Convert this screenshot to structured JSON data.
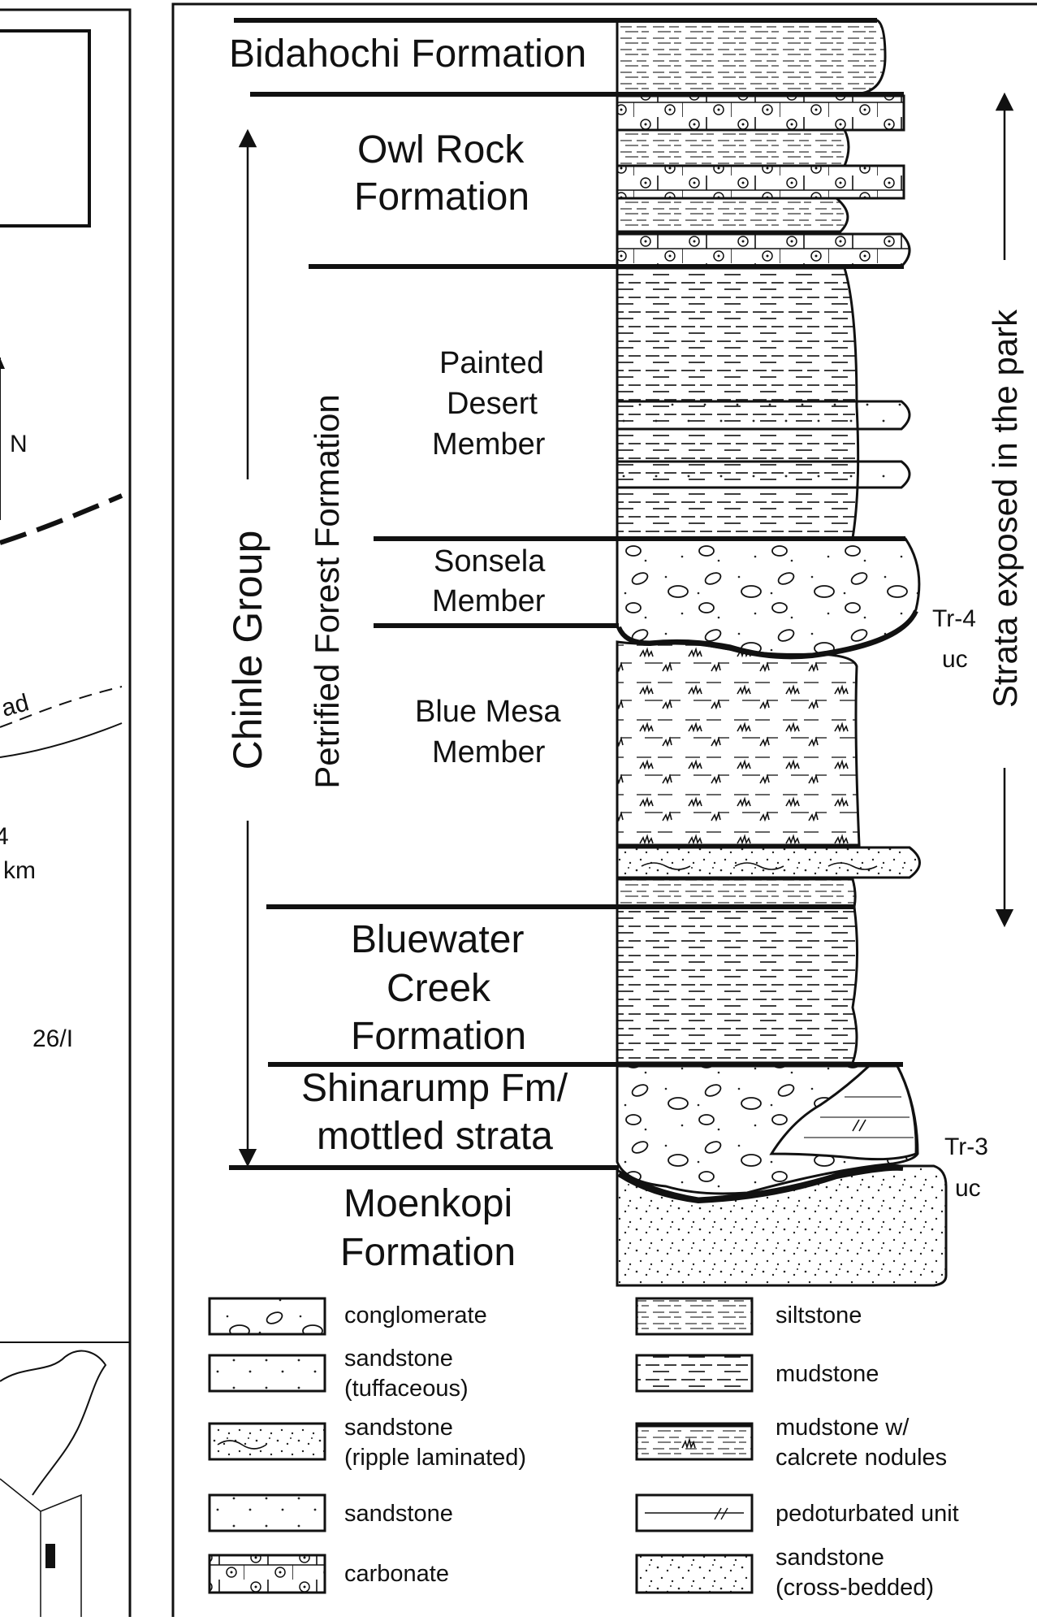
{
  "formations": {
    "bidahochi": "Bidahochi Formation",
    "owl_rock_1": "Owl Rock",
    "owl_rock_2": "Formation",
    "painted_1": "Painted",
    "painted_2": "Desert",
    "painted_3": "Member",
    "sonsela_1": "Sonsela",
    "sonsela_2": "Member",
    "blue_mesa_1": "Blue Mesa",
    "blue_mesa_2": "Member",
    "bluewater_1": "Bluewater",
    "bluewater_2": "Creek",
    "bluewater_3": "Formation",
    "shinarump_1": "Shinarump Fm/",
    "shinarump_2": "mottled strata",
    "moenkopi_1": "Moenkopi",
    "moenkopi_2": "Formation"
  },
  "groups": {
    "chinle": "Chinle Group",
    "petrified": "Petrified Forest Formation",
    "exposed": "Strata exposed in the park"
  },
  "unconformities": {
    "tr4": "Tr-4",
    "tr4_uc": "uc",
    "tr3": "Tr-3",
    "tr3_uc": "uc"
  },
  "left_map": {
    "north": "N",
    "road_fragment": "ad",
    "scale_num": "4",
    "scale_unit": "km",
    "ref": "26/I"
  },
  "legend": {
    "conglomerate": "conglomerate",
    "sandstone_tuff_1": "sandstone",
    "sandstone_tuff_2": "(tuffaceous)",
    "sandstone_ripple_1": "sandstone",
    "sandstone_ripple_2": "(ripple laminated)",
    "sandstone": "sandstone",
    "carbonate": "carbonate",
    "siltstone": "siltstone",
    "mudstone": "mudstone",
    "mudstone_calc_1": "mudstone w/",
    "mudstone_calc_2": "calcrete nodules",
    "pedoturbated": "pedoturbated unit",
    "sandstone_cross_1": "sandstone",
    "sandstone_cross_2": "(cross-bedded)"
  }
}
